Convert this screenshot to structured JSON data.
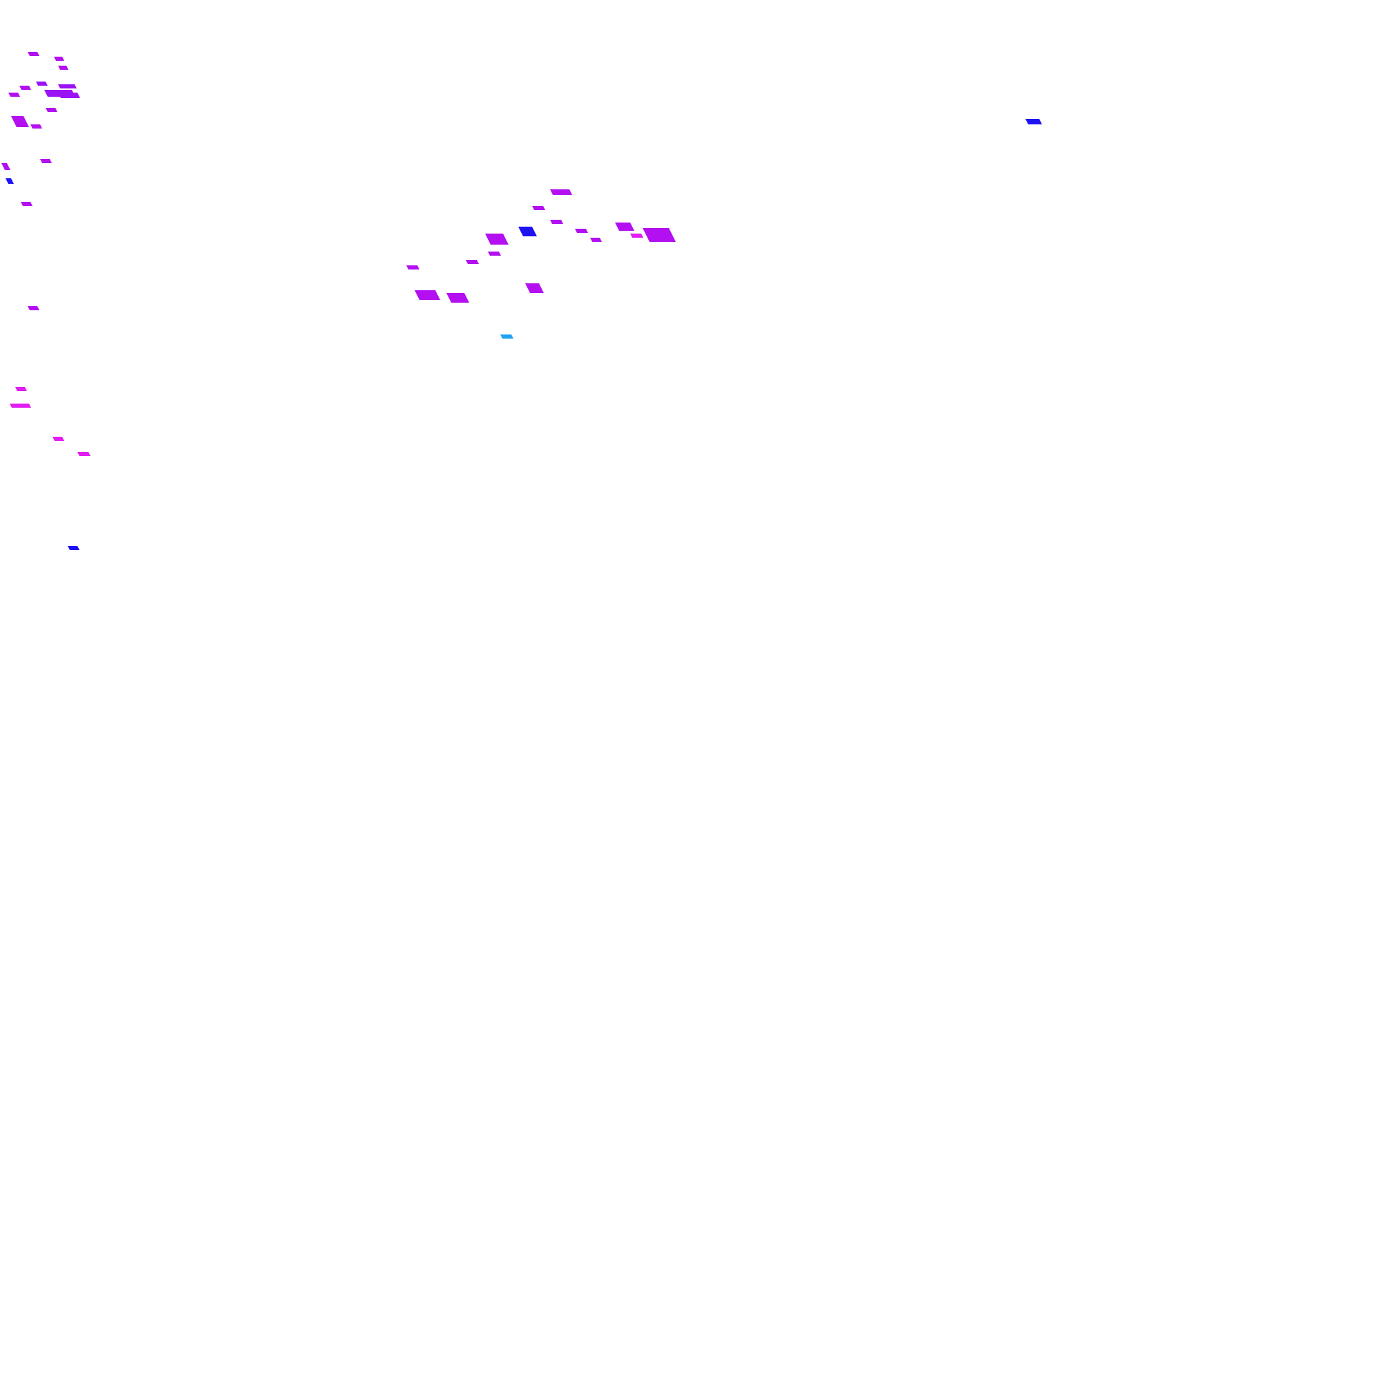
{
  "background": "#ffffff",
  "palette": {
    "purple": "#b30ff0",
    "violet": "#9b12f5",
    "magenta": "#e21cf2",
    "blue": "#1f12f2",
    "cyan": "#1fa3f0"
  },
  "mark_shape": "parallelogram",
  "fragments": {
    "top_left_cluster": [
      "purple",
      "purple",
      "purple",
      "violet",
      "purple",
      "violet",
      "violet",
      "violet",
      "purple",
      "purple",
      "purple",
      "purple",
      "purple",
      "purple"
    ],
    "left_column": [
      "purple",
      "purple",
      "magenta",
      "magenta",
      "magenta",
      "magenta",
      "blue",
      "blue"
    ],
    "center_cluster": [
      "purple",
      "purple",
      "purple",
      "purple",
      "blue",
      "purple",
      "purple",
      "purple",
      "purple",
      "purple",
      "purple",
      "purple",
      "purple",
      "purple",
      "purple",
      "magenta",
      "cyan"
    ],
    "top_right": [
      "blue"
    ]
  }
}
